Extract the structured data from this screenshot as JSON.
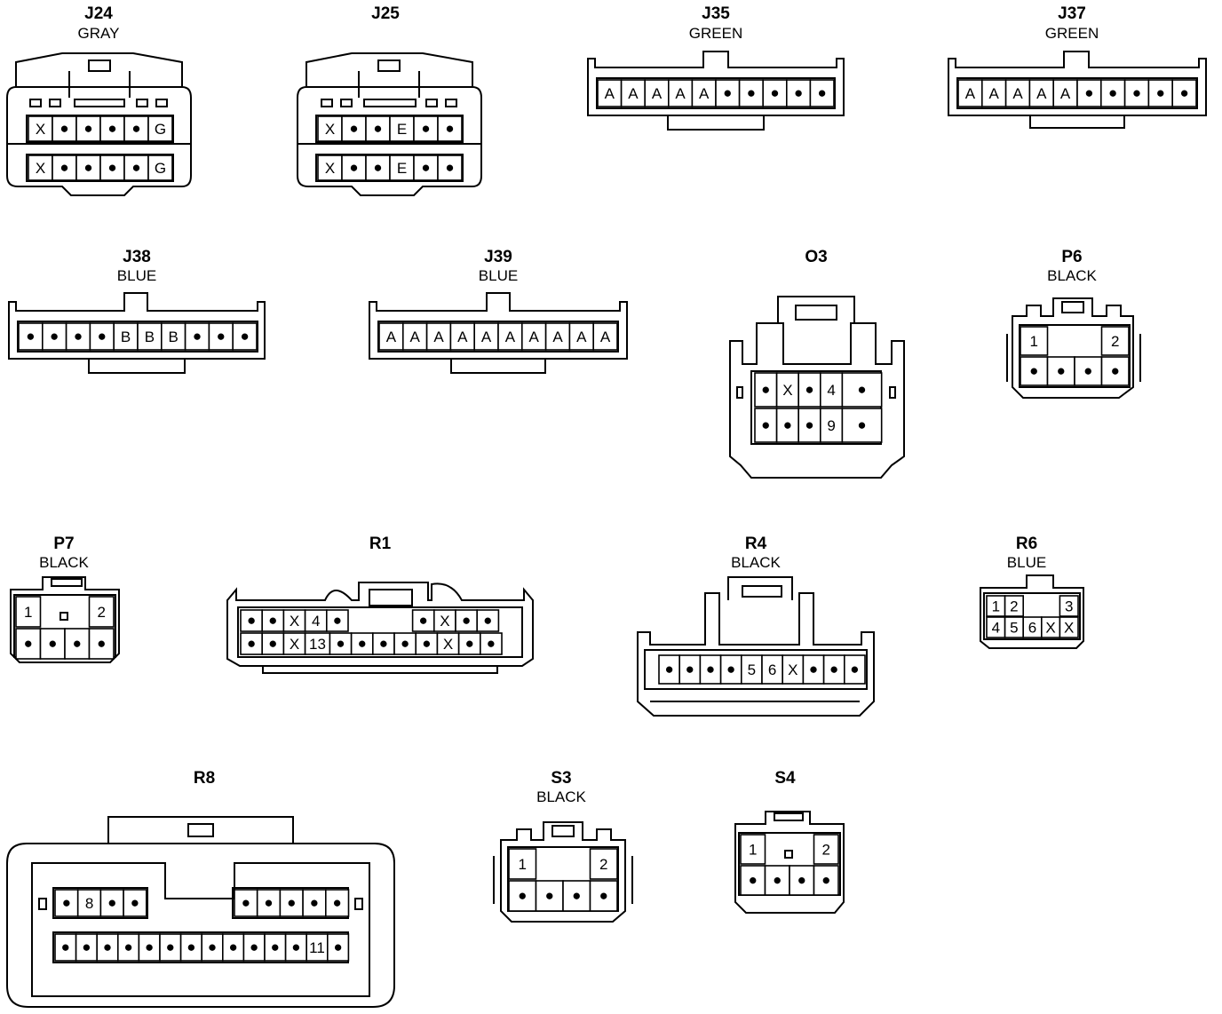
{
  "legend": {
    "dot": "●",
    "colors": {
      "stroke": "#000000",
      "fill": "#ffffff"
    }
  },
  "connectors": [
    {
      "id": "J24",
      "color": "GRAY",
      "rows": [
        [
          "X",
          "•",
          "•",
          "•",
          "•",
          "G"
        ],
        [
          "X",
          "•",
          "•",
          "•",
          "•",
          "G"
        ]
      ]
    },
    {
      "id": "J25",
      "color": "",
      "rows": [
        [
          "X",
          "•",
          "•",
          "E",
          "•",
          "•"
        ],
        [
          "X",
          "•",
          "•",
          "E",
          "•",
          "•"
        ]
      ]
    },
    {
      "id": "J35",
      "color": "GREEN",
      "rows": [
        [
          "A",
          "A",
          "A",
          "A",
          "A",
          "•",
          "•",
          "•",
          "•",
          "•"
        ]
      ]
    },
    {
      "id": "J37",
      "color": "GREEN",
      "rows": [
        [
          "A",
          "A",
          "A",
          "A",
          "A",
          "•",
          "•",
          "•",
          "•",
          "•"
        ]
      ]
    },
    {
      "id": "J38",
      "color": "BLUE",
      "rows": [
        [
          "•",
          "•",
          "•",
          "•",
          "B",
          "B",
          "B",
          "•",
          "•",
          "•"
        ]
      ]
    },
    {
      "id": "J39",
      "color": "BLUE",
      "rows": [
        [
          "A",
          "A",
          "A",
          "A",
          "A",
          "A",
          "A",
          "A",
          "A",
          "A"
        ]
      ]
    },
    {
      "id": "O3",
      "color": "",
      "rows": [
        [
          "•",
          "X",
          "•",
          "4",
          "•"
        ],
        [
          "•",
          "•",
          "•",
          "9",
          "•"
        ]
      ]
    },
    {
      "id": "P6",
      "color": "BLACK",
      "rows": [
        [
          "1",
          "2"
        ],
        [
          "•",
          "•",
          "•",
          "•"
        ]
      ]
    },
    {
      "id": "P7",
      "color": "BLACK",
      "rows": [
        [
          "1",
          "2"
        ],
        [
          "•",
          "•",
          "•",
          "•"
        ]
      ]
    },
    {
      "id": "R1",
      "color": "",
      "rows": [
        [
          "•",
          "•",
          "X",
          "4",
          "•",
          "•",
          "X",
          "•",
          "•"
        ],
        [
          "•",
          "•",
          "X",
          "13",
          "•",
          "•",
          "•",
          "•",
          "•",
          "X",
          "•",
          "•"
        ]
      ]
    },
    {
      "id": "R4",
      "color": "BLACK",
      "rows": [
        [
          "•",
          "•",
          "•",
          "•",
          "5",
          "6",
          "X",
          "•",
          "•",
          "•"
        ]
      ]
    },
    {
      "id": "R6",
      "color": "BLUE",
      "rows": [
        [
          "1",
          "2",
          "3"
        ],
        [
          "4",
          "5",
          "6",
          "X",
          "X"
        ]
      ]
    },
    {
      "id": "R8",
      "color": "",
      "rows": [
        [
          "•",
          "8",
          "•",
          "•",
          "•",
          "•",
          "•",
          "•",
          "•"
        ],
        [
          "•",
          "•",
          "•",
          "•",
          "•",
          "•",
          "•",
          "•",
          "•",
          "•",
          "•",
          "•",
          "11",
          "•"
        ]
      ]
    },
    {
      "id": "S3",
      "color": "BLACK",
      "rows": [
        [
          "1",
          "2"
        ],
        [
          "•",
          "•",
          "•",
          "•"
        ]
      ]
    },
    {
      "id": "S4",
      "color": "",
      "rows": [
        [
          "1",
          "2"
        ],
        [
          "•",
          "•",
          "•",
          "•"
        ]
      ]
    }
  ]
}
